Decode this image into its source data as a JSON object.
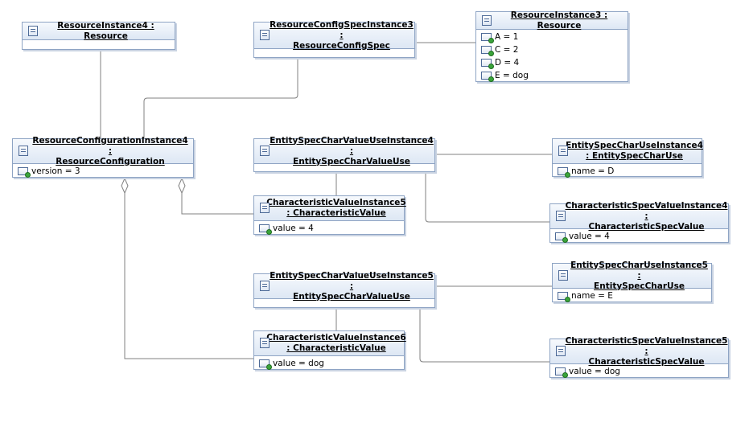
{
  "nodes": {
    "resource_instance4": {
      "title": "ResourceInstance4 : Resource",
      "slots": []
    },
    "resource_config_spec_instance3": {
      "title_line1": "ResourceConfigSpecInstance3 :",
      "title_line2": "ResourceConfigSpec",
      "slots": []
    },
    "resource_instance3": {
      "title": "ResourceInstance3 : Resource",
      "slots": [
        "A = 1",
        "C = 2",
        "D = 4",
        "E = dog"
      ]
    },
    "resource_configuration_instance4": {
      "title_line1": "ResourceConfigurationInstance4 :",
      "title_line2": "ResourceConfiguration",
      "slots": [
        "version = 3"
      ]
    },
    "entity_spec_char_value_use_instance4": {
      "title_line1": "EntitySpecCharValueUseInstance4 :",
      "title_line2": "EntitySpecCharValueUse",
      "slots": []
    },
    "entity_spec_char_use_instance4": {
      "title_line1": "EntitySpecCharUseInstance4",
      "title_line2": ": EntitySpecCharUse",
      "slots": [
        "name = D"
      ]
    },
    "characteristic_value_instance5": {
      "title_line1": "CharacteristicValueInstance5",
      "title_line2": ": CharacteristicValue",
      "slots": [
        "value = 4"
      ]
    },
    "characteristic_spec_value_instance4": {
      "title_line1": "CharacteristicSpecValueInstance4 :",
      "title_line2": "CharacteristicSpecValue",
      "slots": [
        "value = 4"
      ]
    },
    "entity_spec_char_value_use_instance5": {
      "title_line1": "EntitySpecCharValueUseInstance5 :",
      "title_line2": "EntitySpecCharValueUse",
      "slots": []
    },
    "entity_spec_char_use_instance5": {
      "title_line1": "EntitySpecCharUseInstance5 :",
      "title_line2": "EntitySpecCharUse",
      "slots": [
        "name = E"
      ]
    },
    "characteristic_value_instance6": {
      "title_line1": "CharacteristicValueInstance6",
      "title_line2": ": CharacteristicValue",
      "slots": [
        "value = dog"
      ]
    },
    "characteristic_spec_value_instance5": {
      "title_line1": "CharacteristicSpecValueInstance5 :",
      "title_line2": "CharacteristicSpecValue",
      "slots": [
        "value = dog"
      ]
    }
  },
  "colors": {
    "border": "#8ea4c4",
    "header_top": "#f6f9fd",
    "header_bottom": "#dde7f4",
    "link": "#808080",
    "slot_dot": "#3aa43a"
  },
  "icons": {
    "class": "class-instance-icon",
    "slot": "slot-value-icon"
  }
}
